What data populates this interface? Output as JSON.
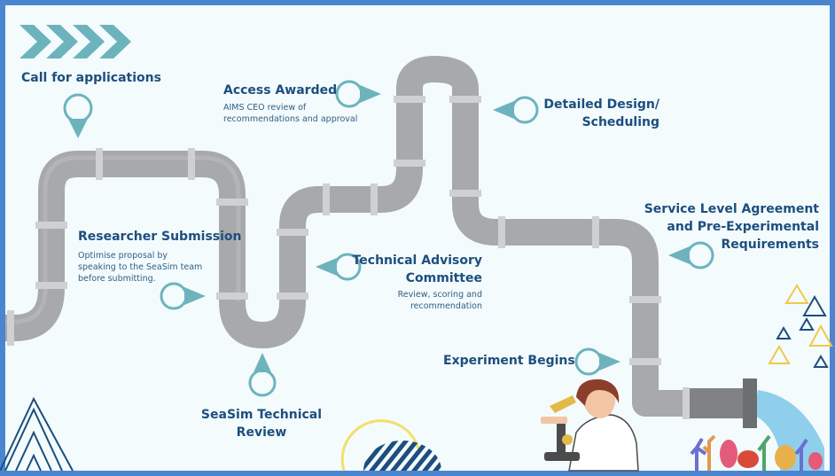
{
  "diagram": {
    "steps": [
      {
        "title": "Call for applications",
        "description": ""
      },
      {
        "title": "Researcher Submission",
        "description_lines": [
          "Optimise proposal by",
          "speaking to the SeaSim team",
          "before submitting."
        ]
      },
      {
        "title_lines": [
          "SeaSim Technical",
          "Review"
        ]
      },
      {
        "title": "Access Awarded",
        "description_lines": [
          "AIMS CEO review of",
          "recommendations and approval"
        ]
      },
      {
        "title_lines": [
          "Technical Advisory",
          "Committee"
        ],
        "description_lines": [
          "Review, scoring and",
          "recommendation"
        ]
      },
      {
        "title_lines": [
          "Detailed Design/",
          "Scheduling"
        ]
      },
      {
        "title_lines": [
          "Service Level Agreement",
          "and Pre-Experimental",
          "Requirements"
        ]
      },
      {
        "title": "Experiment Begins"
      }
    ]
  },
  "colors": {
    "border": "#4a86d0",
    "background": "#f3fbfc",
    "pipe": "#a7a9ab",
    "pipe_band": "#cfd0d1",
    "pipe_band_line": "#6d6e70",
    "marker": "#6db3bd",
    "heading": "#1d4e7e",
    "chevron": "#6db3bd",
    "water": "#7cc7e8"
  },
  "icons": [
    "chevron-icon",
    "location-pin-icon",
    "triangle-icon",
    "scientist-illustration",
    "coral-illustration",
    "water-splash-icon"
  ]
}
